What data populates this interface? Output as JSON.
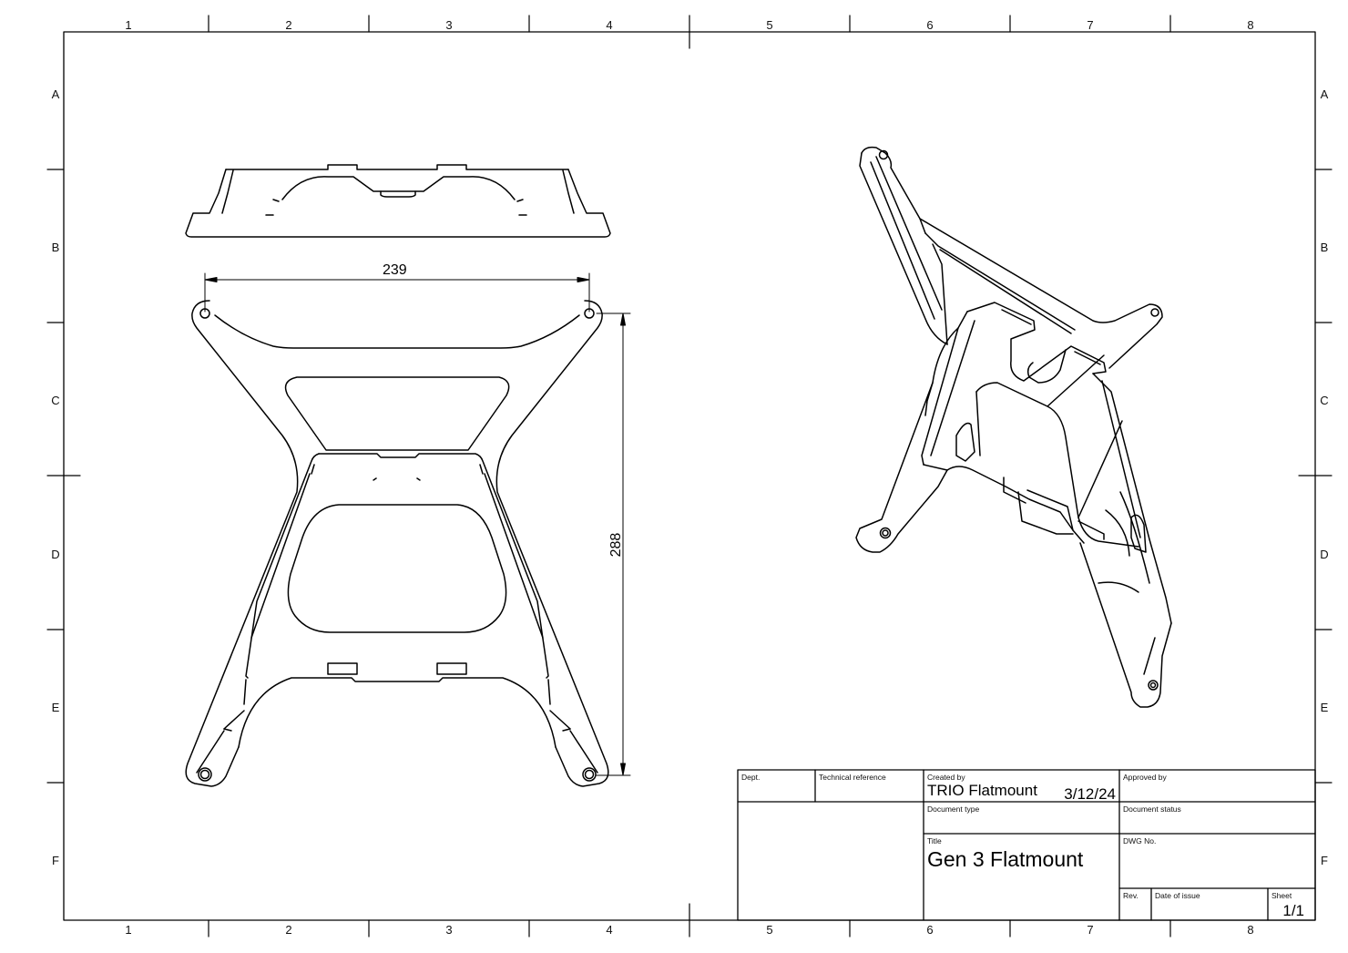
{
  "drawing": {
    "border_color": "#000000",
    "line_color": "#000000",
    "background": "#ffffff",
    "column_labels": [
      "1",
      "2",
      "3",
      "4",
      "5",
      "6",
      "7",
      "8"
    ],
    "row_labels": [
      "A",
      "B",
      "C",
      "D",
      "E",
      "F"
    ],
    "views": [
      {
        "name": "top-side-view",
        "description": "side elevation of flatmount"
      },
      {
        "name": "front-view",
        "description": "front plan view of X-shaped flatmount"
      },
      {
        "name": "isometric-view",
        "description": "isometric 3D view of flatmount"
      }
    ],
    "dimensions": {
      "width_mm": "239",
      "height_mm": "288"
    }
  },
  "title_block": {
    "dept_label": "Dept.",
    "dept_value": "",
    "tech_ref_label": "Technical reference",
    "tech_ref_value": "",
    "created_by_label": "Created by",
    "created_by_value": "TRIO Flatmount",
    "created_date": "3/12/24",
    "approved_by_label": "Approved by",
    "approved_by_value": "",
    "document_type_label": "Document type",
    "document_type_value": "",
    "document_status_label": "Document status",
    "document_status_value": "",
    "title_label": "Title",
    "title_value": "Gen 3 Flatmount",
    "dwg_no_label": "DWG No.",
    "dwg_no_value": "",
    "rev_label": "Rev.",
    "rev_value": "",
    "date_of_issue_label": "Date of issue",
    "date_of_issue_value": "",
    "sheet_label": "Sheet",
    "sheet_value": "1/1"
  }
}
